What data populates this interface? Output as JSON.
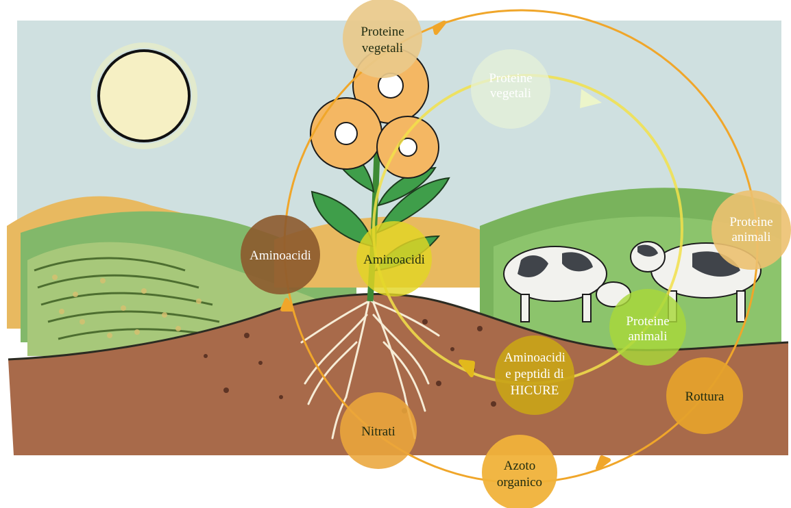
{
  "diagram": {
    "outer_cycle": {
      "color": "#f0a62a",
      "nodes": [
        {
          "id": "proteine-vegetali-outer",
          "lines": [
            "Proteine",
            "vegetali"
          ],
          "fill": "#e9c98a"
        },
        {
          "id": "proteine-animali-outer",
          "lines": [
            "Proteine",
            "animali"
          ],
          "fill": "#ecc170"
        },
        {
          "id": "rottura",
          "lines": [
            "Rottura"
          ],
          "fill": "#e4a12c"
        },
        {
          "id": "azoto-organico",
          "lines": [
            "Azoto",
            "organico"
          ],
          "fill": "#f0b23a"
        },
        {
          "id": "nitrati",
          "lines": [
            "Nitrati"
          ],
          "fill": "#eba63b"
        },
        {
          "id": "aminoacidi-outer",
          "lines": [
            "Aminoacidi"
          ],
          "fill": "#8c5a2e"
        }
      ]
    },
    "inner_cycle": {
      "color": "#f2e04a",
      "nodes": [
        {
          "id": "proteine-vegetali-inner",
          "lines": [
            "Proteine",
            "vegetali"
          ],
          "fill": "#e6f2d8"
        },
        {
          "id": "proteine-animali-inner",
          "lines": [
            "Proteine",
            "animali"
          ],
          "fill": "#a8d83a"
        },
        {
          "id": "hicure",
          "lines": [
            "Aminoacidi",
            "e peptidi di",
            "HICURE"
          ],
          "fill": "#c9a418"
        },
        {
          "id": "aminoacidi-inner",
          "lines": [
            "Aminoacidi"
          ],
          "fill": "#e2d624"
        }
      ]
    }
  },
  "colors": {
    "sky": "#cfe0e0",
    "soil": "#a86a4a",
    "meadow": "#79b35c",
    "sun": "#f6f0c4",
    "flower": "#f4b763",
    "roots": "#f6ecd6",
    "cow_body": "#f2f2ee",
    "cow_spots": "#40444a"
  }
}
